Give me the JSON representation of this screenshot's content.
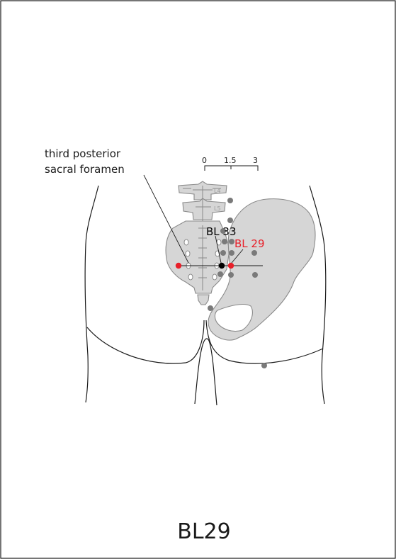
{
  "figure": {
    "caption": "BL29",
    "annotation_lines": [
      "third posterior",
      "sacral foramen"
    ],
    "scale": {
      "ticks": [
        "0",
        "1.5",
        "3"
      ]
    },
    "vertebra_labels": [
      "L4",
      "L5"
    ],
    "points": [
      {
        "id": "bl33",
        "label": "BL 33"
      },
      {
        "id": "bl29",
        "label": "BL 29"
      }
    ]
  },
  "colors": {
    "outline": "#1a1a1a",
    "bone_fill": "#d6d6d6",
    "bone_stroke": "#8a8a8a",
    "gray_point": "#7a7a7a",
    "active_point": "#e8202a",
    "reference_point": "#000000",
    "active_label": "#e8202a",
    "reference_label": "#000000"
  }
}
